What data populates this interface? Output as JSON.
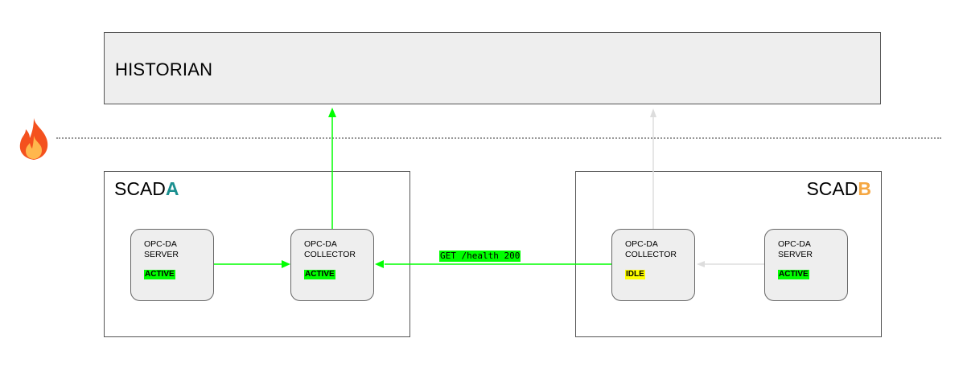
{
  "historian": {
    "label": "HISTORIAN"
  },
  "sites": {
    "a": {
      "title_prefix": "SCAD",
      "title_suffix": "A",
      "server": {
        "line1": "OPC-DA",
        "line2": "SERVER",
        "status": "ACTIVE"
      },
      "collector": {
        "line1": "OPC-DA",
        "line2": "COLLECTOR",
        "status": "ACTIVE"
      }
    },
    "b": {
      "title_prefix": "SCAD",
      "title_suffix": "B",
      "server": {
        "line1": "OPC-DA",
        "line2": "SERVER",
        "status": "ACTIVE"
      },
      "collector": {
        "line1": "OPC-DA",
        "line2": "COLLECTOR",
        "status": "IDLE"
      }
    }
  },
  "links": {
    "health_check": "GET /health 200"
  },
  "colors": {
    "active_link": "#00ff00",
    "inactive_link": "#dddddd",
    "active_badge": "#00ff00",
    "idle_badge": "#ffff00",
    "site_a_accent": "#1a8f8f",
    "site_b_accent": "#f5a742"
  },
  "icons": {
    "firewall": "flame-icon"
  }
}
